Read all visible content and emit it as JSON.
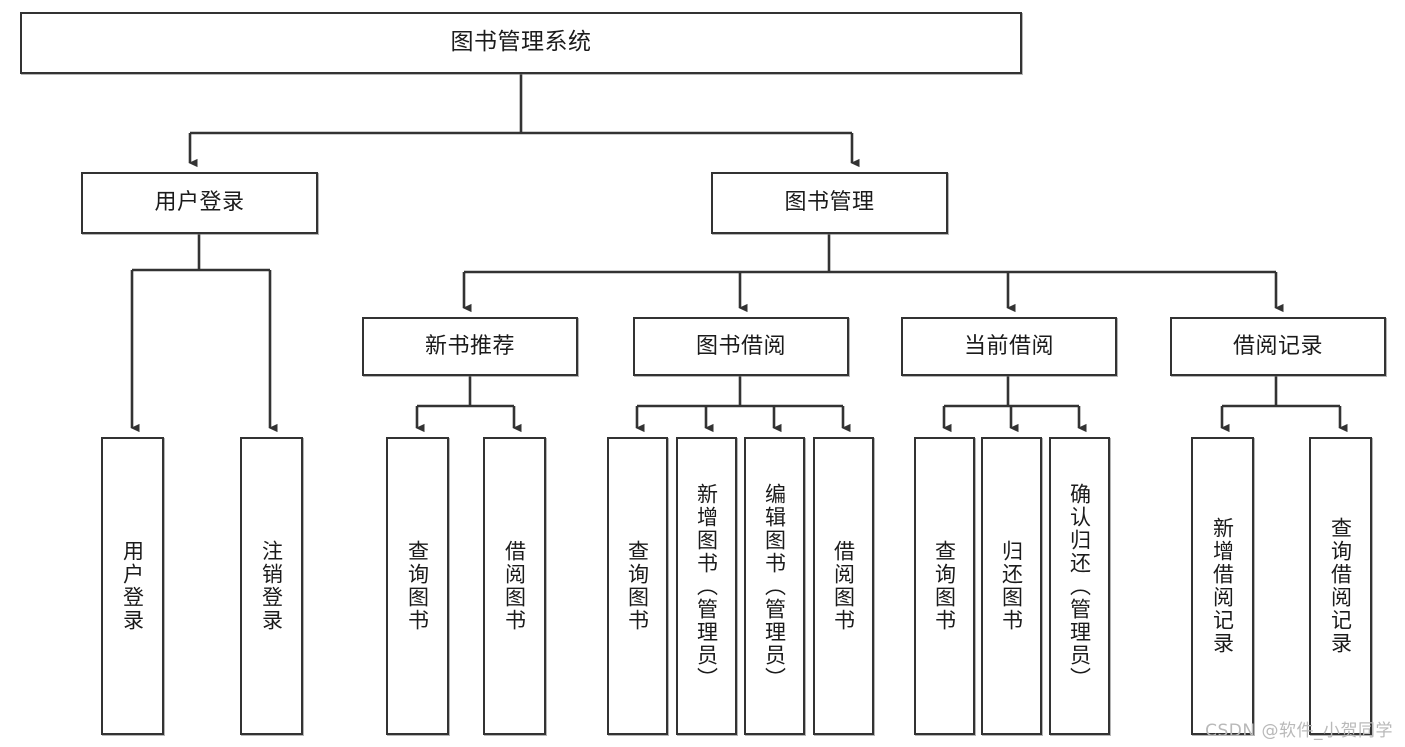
{
  "diagram": {
    "title": "图书管理系统",
    "watermark": "CSDN @软件_小贺同学",
    "line_color": "#333333",
    "box_border_color": "#333333",
    "box_fill_color": "#ffffff",
    "text_color": "#1b1b1b",
    "watermark_color": "#b9b9b9"
  },
  "nodes": {
    "root": {
      "label": "图书管理系统"
    },
    "level2": [
      {
        "label": "用户登录"
      },
      {
        "label": "图书管理"
      }
    ],
    "level3": [
      {
        "label": "新书推荐"
      },
      {
        "label": "图书借阅"
      },
      {
        "label": "当前借阅"
      },
      {
        "label": "借阅记录"
      }
    ],
    "leaves": {
      "user_login": [
        {
          "label": "用户登录"
        },
        {
          "label": "注销登录"
        }
      ],
      "new_book": [
        {
          "label": "查询图书"
        },
        {
          "label": "借阅图书"
        }
      ],
      "book_borrow": [
        {
          "label": "查询图书"
        },
        {
          "label": "新增图书（管理员）"
        },
        {
          "label": "编辑图书（管理员）"
        },
        {
          "label": "借阅图书"
        }
      ],
      "current_borrow": [
        {
          "label": "查询图书"
        },
        {
          "label": "归还图书"
        },
        {
          "label": "确认归还（管理员）"
        }
      ],
      "borrow_record": [
        {
          "label": "新增借阅记录"
        },
        {
          "label": "查询借阅记录"
        }
      ]
    }
  }
}
